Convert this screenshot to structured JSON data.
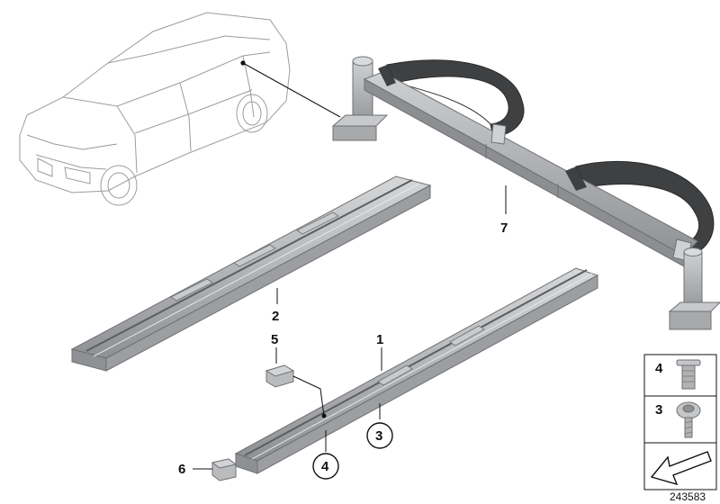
{
  "labels": {
    "part_1": "1",
    "part_2": "2",
    "part_3": "3",
    "part_4": "4",
    "part_5": "5",
    "part_6": "6",
    "part_7": "7"
  },
  "legend": {
    "item_top": "4",
    "item_bottom": "3"
  },
  "diagram_id": "243583",
  "colors": {
    "part_gray": "#b9bbbd",
    "part_dark": "#7f8184",
    "strap": "#3f4042",
    "line": "#111111"
  },
  "icons": {
    "legend_top": "rivet-nut-icon",
    "legend_bottom": "screw-icon",
    "legend_footer": "arrow-icon"
  }
}
